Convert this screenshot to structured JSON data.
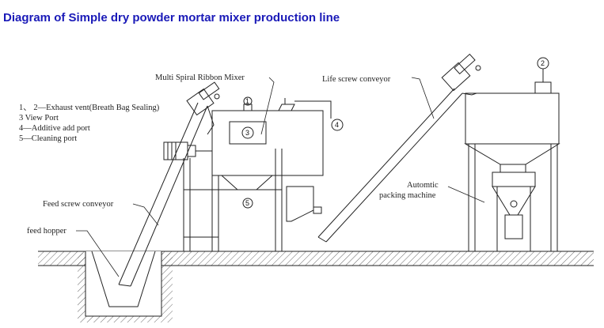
{
  "title": "Diagram of Simple dry powder mortar mixer production line",
  "labels": {
    "mixer": "Multi Spiral Ribbon Mixer",
    "lift_conveyor": "Life screw conveyor",
    "feed_conveyor": "Feed screw conveyor",
    "feed_hopper": "feed hopper",
    "packing_line1": "Automtic",
    "packing_line2": "packing machine"
  },
  "legend": [
    "1、 2—Exhaust vent(Breath Bag Sealing)",
    "3  View Port",
    "4—Additive add port",
    "5—Cleaning port"
  ],
  "callouts": [
    "1",
    "2",
    "3",
    "4",
    "5"
  ],
  "colors": {
    "title": "#1a1ab8",
    "line": "#222222"
  }
}
